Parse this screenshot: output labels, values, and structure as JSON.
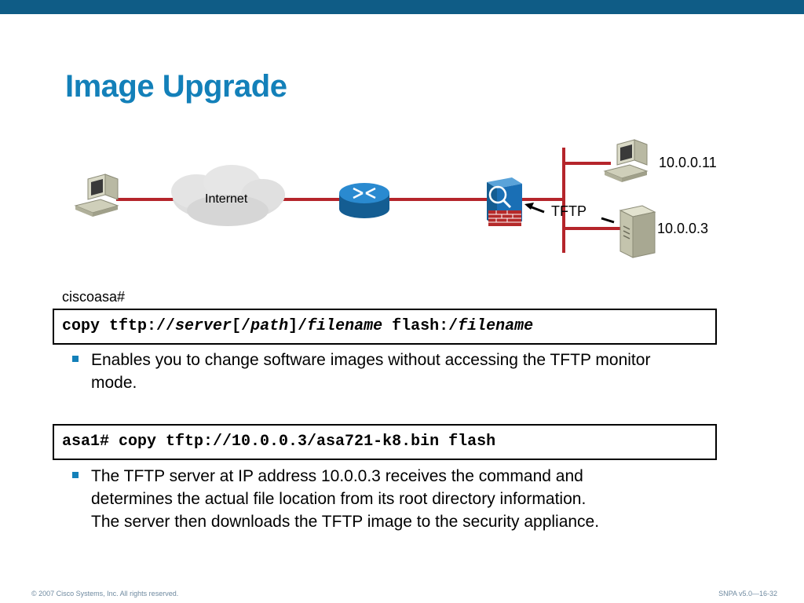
{
  "slide": {
    "title": "Image Upgrade"
  },
  "diagram": {
    "cloud_label": "Internet",
    "protocol_label": "TFTP",
    "host_top_ip": "10.0.0.11",
    "server_ip": "10.0.0.3",
    "colors": {
      "link": "#b5252b",
      "router": "#1b7fc1",
      "firewall": "#1a6fb5",
      "brick": "#b52a2a"
    }
  },
  "syntax": {
    "prompt": "ciscoasa#",
    "cmd_parts": [
      "copy tftp://",
      "server",
      "[/",
      "path",
      "]/",
      "filename",
      " flash:/",
      "filename"
    ]
  },
  "bullet1": {
    "text": "Enables you to change software images without accessing the TFTP monitor mode."
  },
  "example": {
    "command": "asa1# copy tftp://10.0.0.3/asa721-k8.bin flash"
  },
  "bullet2": {
    "line1": "The TFTP server at IP address 10.0.0.3 receives the command and determines the actual file location from its root directory information.",
    "line2": "The server then downloads the TFTP image to the security appliance."
  },
  "footer": {
    "copyright": "© 2007 Cisco Systems, Inc. All rights reserved.",
    "course": "SNPA v5.0—16-32"
  }
}
